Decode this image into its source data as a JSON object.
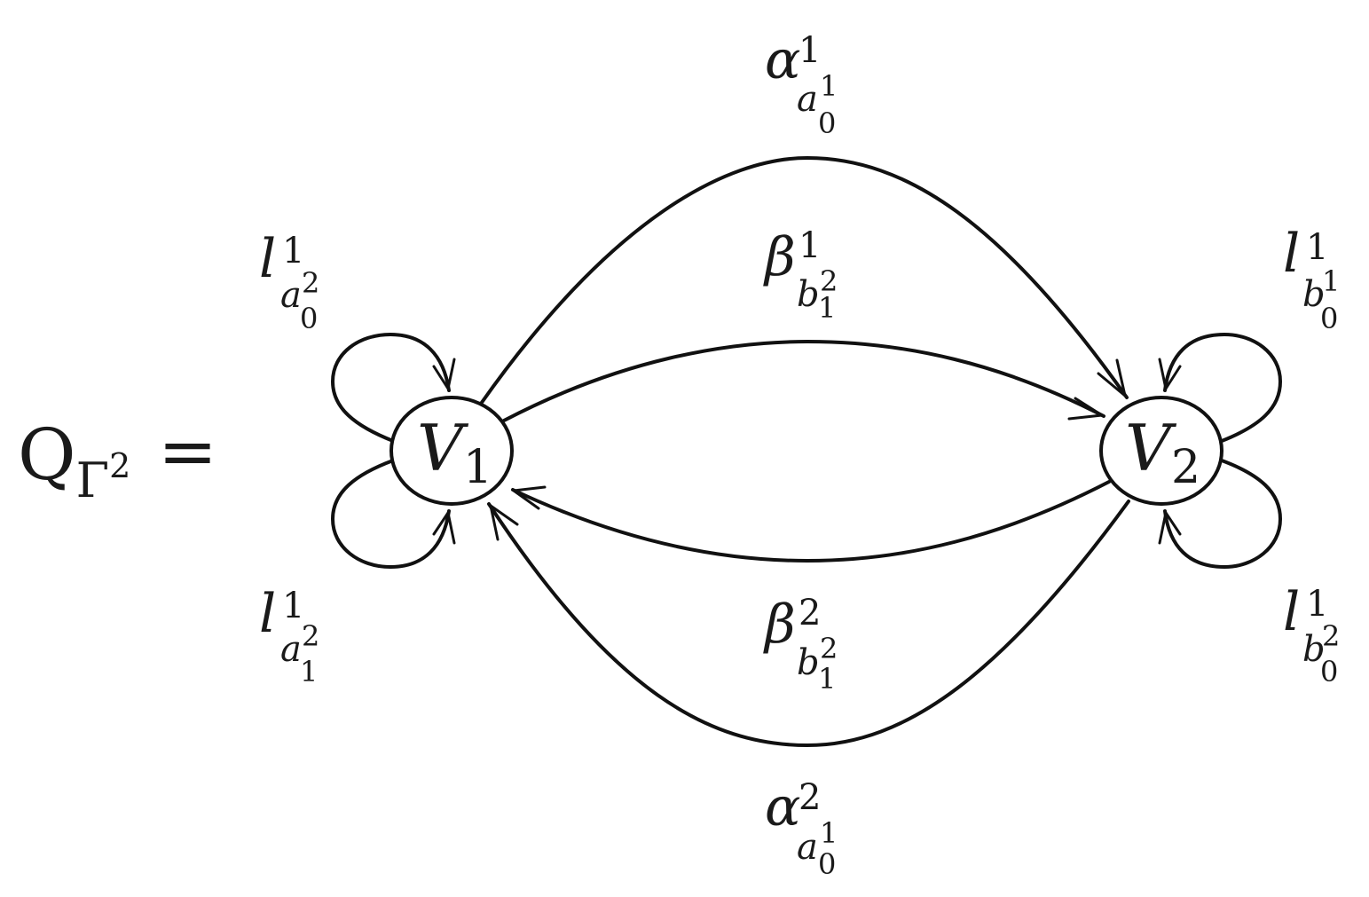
{
  "equation": {
    "symbol": "Q",
    "sub_base": "Γ",
    "sub_exp": "2",
    "equals": "="
  },
  "nodes": [
    {
      "base": "V",
      "sub": "1"
    },
    {
      "base": "V",
      "sub": "2"
    }
  ],
  "edge_labels": {
    "alpha_top": {
      "base": "α",
      "sup": "1",
      "sub_base": "a",
      "sub_sup": "1",
      "sub_sub": "0"
    },
    "beta_top": {
      "base": "β",
      "sup": "1",
      "sub_base": "b",
      "sub_sup": "2",
      "sub_sub": "1"
    },
    "beta_bottom": {
      "base": "β",
      "sup": "2",
      "sub_base": "b",
      "sub_sup": "2",
      "sub_sub": "1"
    },
    "alpha_bottom": {
      "base": "α",
      "sup": "2",
      "sub_base": "a",
      "sub_sup": "1",
      "sub_sub": "0"
    },
    "loop_v1_top": {
      "base": "l",
      "sup": "1",
      "sub_base": "a",
      "sub_sup": "2",
      "sub_sub": "0"
    },
    "loop_v1_bottom": {
      "base": "l",
      "sup": "1",
      "sub_base": "a",
      "sub_sup": "2",
      "sub_sub": "1"
    },
    "loop_v2_top": {
      "base": "l",
      "sup": "1",
      "sub_base": "b",
      "sub_sup": "1",
      "sub_sub": "0"
    },
    "loop_v2_bottom": {
      "base": "l",
      "sup": "1",
      "sub_base": "b",
      "sub_sup": "2",
      "sub_sub": "0"
    }
  }
}
